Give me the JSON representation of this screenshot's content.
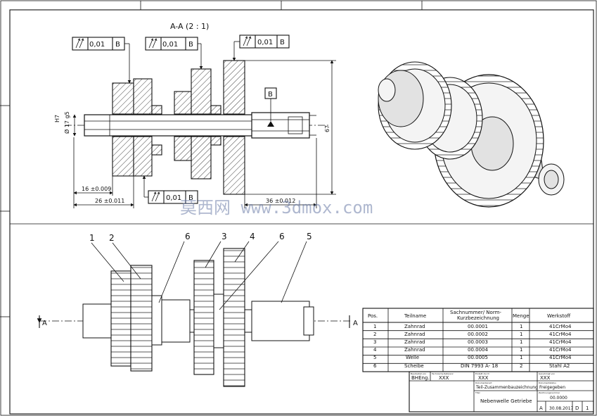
{
  "section": {
    "title": "A-A  (2 : 1)",
    "fcf": [
      {
        "tol": "0,01",
        "datum": "B"
      },
      {
        "tol": "0,01",
        "datum": "B"
      },
      {
        "tol": "0,01",
        "datum": "B"
      },
      {
        "tol": "0,01",
        "datum": "B"
      }
    ],
    "datum_b": "B",
    "dims": {
      "d1": "16 ±0.009",
      "d2": "26 ±0.011",
      "d3": "36 ±0.012",
      "dia": "Ø 17 g5",
      "fit": "H7",
      "len": "67"
    }
  },
  "assembly": {
    "balloons": [
      "1",
      "2",
      "6",
      "3",
      "4",
      "6",
      "5"
    ],
    "section_mark": "A"
  },
  "watermark": "莫西网 www.3dmox.com",
  "bom": {
    "headers": [
      "Pos.",
      "Teilname",
      "Sachnummer/ Norm-Kurzbezeichnung",
      "Menge",
      "Werkstoff"
    ],
    "rows": [
      [
        "1",
        "Zahnrad",
        "00.0001",
        "1",
        "41CrMo4"
      ],
      [
        "2",
        "Zahnrad",
        "00.0002",
        "1",
        "41CrMo4"
      ],
      [
        "3",
        "Zahnrad",
        "00.0003",
        "1",
        "41CrMo4"
      ],
      [
        "4",
        "Zahnrad",
        "00.0004",
        "1",
        "41CrMo4"
      ],
      [
        "5",
        "Welle",
        "00.0005",
        "1",
        "41CrMo4"
      ],
      [
        "6",
        "Scheibe",
        "DIN 7993 A- 18",
        "2",
        "Stahl A2"
      ]
    ]
  },
  "titleblock": {
    "bearb_label": "Bearbeitet von",
    "bearb": "BHEng.",
    "gepr_label": "Technische Referenz",
    "gepr": "XXX",
    "erst_label": "Erstellt durch",
    "erst": "XXX",
    "genehm_label": "Genehmigt von",
    "genehm": "XXX",
    "doc_label": "Dokumentenart",
    "doc": "Teil-Zusammenbauzeichnung",
    "status_label": "Dokumentstatus",
    "status": "Freigegeben",
    "titel_label": "Titel",
    "titel": "Nebenwelle Getriebe",
    "sach_label": "Zeichnungsnummer",
    "sach": "00.0000",
    "rev": "A",
    "date": "30.08.2017",
    "lang": "D",
    "sheet": "1"
  }
}
